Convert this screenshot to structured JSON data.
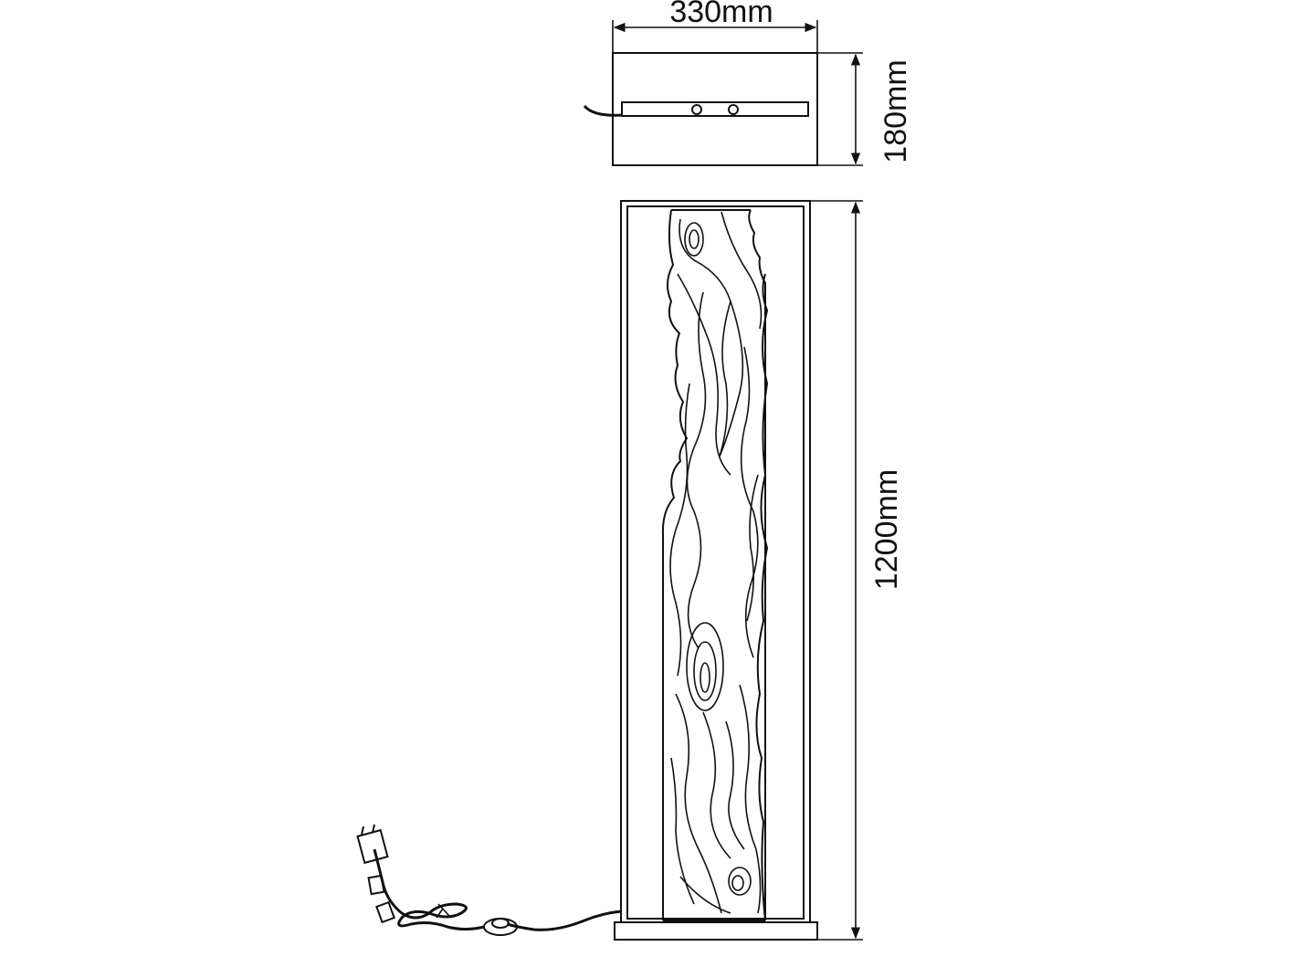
{
  "dimensions": {
    "width_label": "330mm",
    "depth_label": "180mm",
    "height_label": "1200mm"
  },
  "colors": {
    "line": "#111111",
    "background": "#ffffff"
  }
}
